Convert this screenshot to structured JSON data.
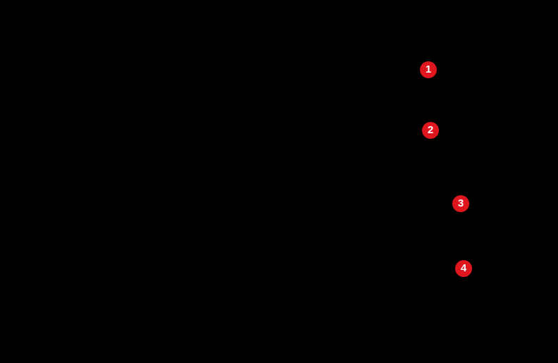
{
  "annotation": {
    "badge_color": "#e0161f",
    "badge_text_color": "#ffffff",
    "background_color": "#000000",
    "markers": [
      {
        "label": "1"
      },
      {
        "label": "2"
      },
      {
        "label": "3"
      },
      {
        "label": "4"
      }
    ]
  }
}
